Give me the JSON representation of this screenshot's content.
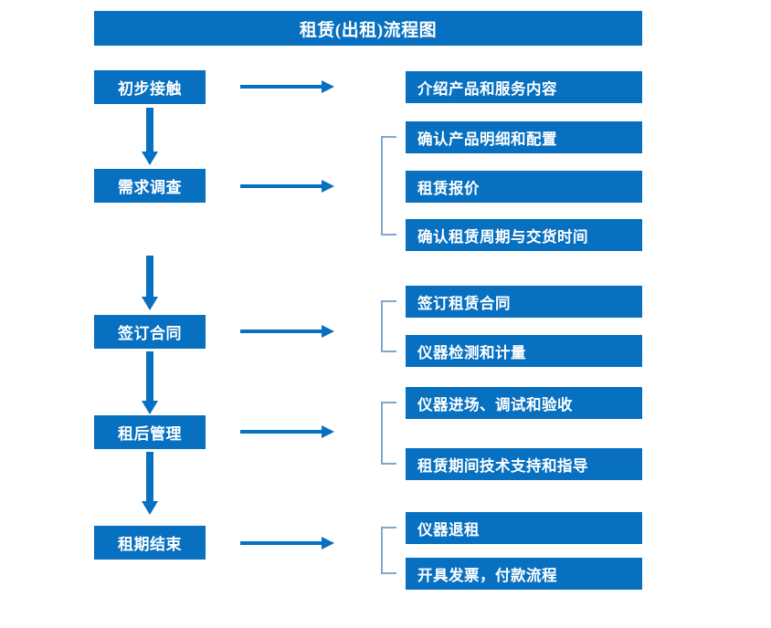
{
  "page": {
    "title": "租赁(出租)流程图",
    "accent_color": "#0770C0",
    "bracket_color": "#7FA8CE",
    "background_color": "#FFFFFF",
    "text_color": "#FFFFFF"
  },
  "flow": {
    "stages": [
      {
        "id": "stage-1",
        "label": "初步接触"
      },
      {
        "id": "stage-2",
        "label": "需求调查"
      },
      {
        "id": "stage-3",
        "label": "签订合同"
      },
      {
        "id": "stage-4",
        "label": "租后管理"
      },
      {
        "id": "stage-5",
        "label": "租期结束"
      }
    ],
    "details": [
      {
        "id": "detail-1",
        "label": "介绍产品和服务内容"
      },
      {
        "id": "detail-2",
        "label": "确认产品明细和配置"
      },
      {
        "id": "detail-3",
        "label": "租赁报价"
      },
      {
        "id": "detail-4",
        "label": "确认租赁周期与交货时间"
      },
      {
        "id": "detail-5",
        "label": "签订租赁合同"
      },
      {
        "id": "detail-6",
        "label": "仪器检测和计量"
      },
      {
        "id": "detail-7",
        "label": "仪器进场、调试和验收"
      },
      {
        "id": "detail-8",
        "label": "租赁期间技术支持和指导"
      },
      {
        "id": "detail-9",
        "label": "仪器退租"
      },
      {
        "id": "detail-10",
        "label": "开具发票，付款流程"
      }
    ]
  }
}
